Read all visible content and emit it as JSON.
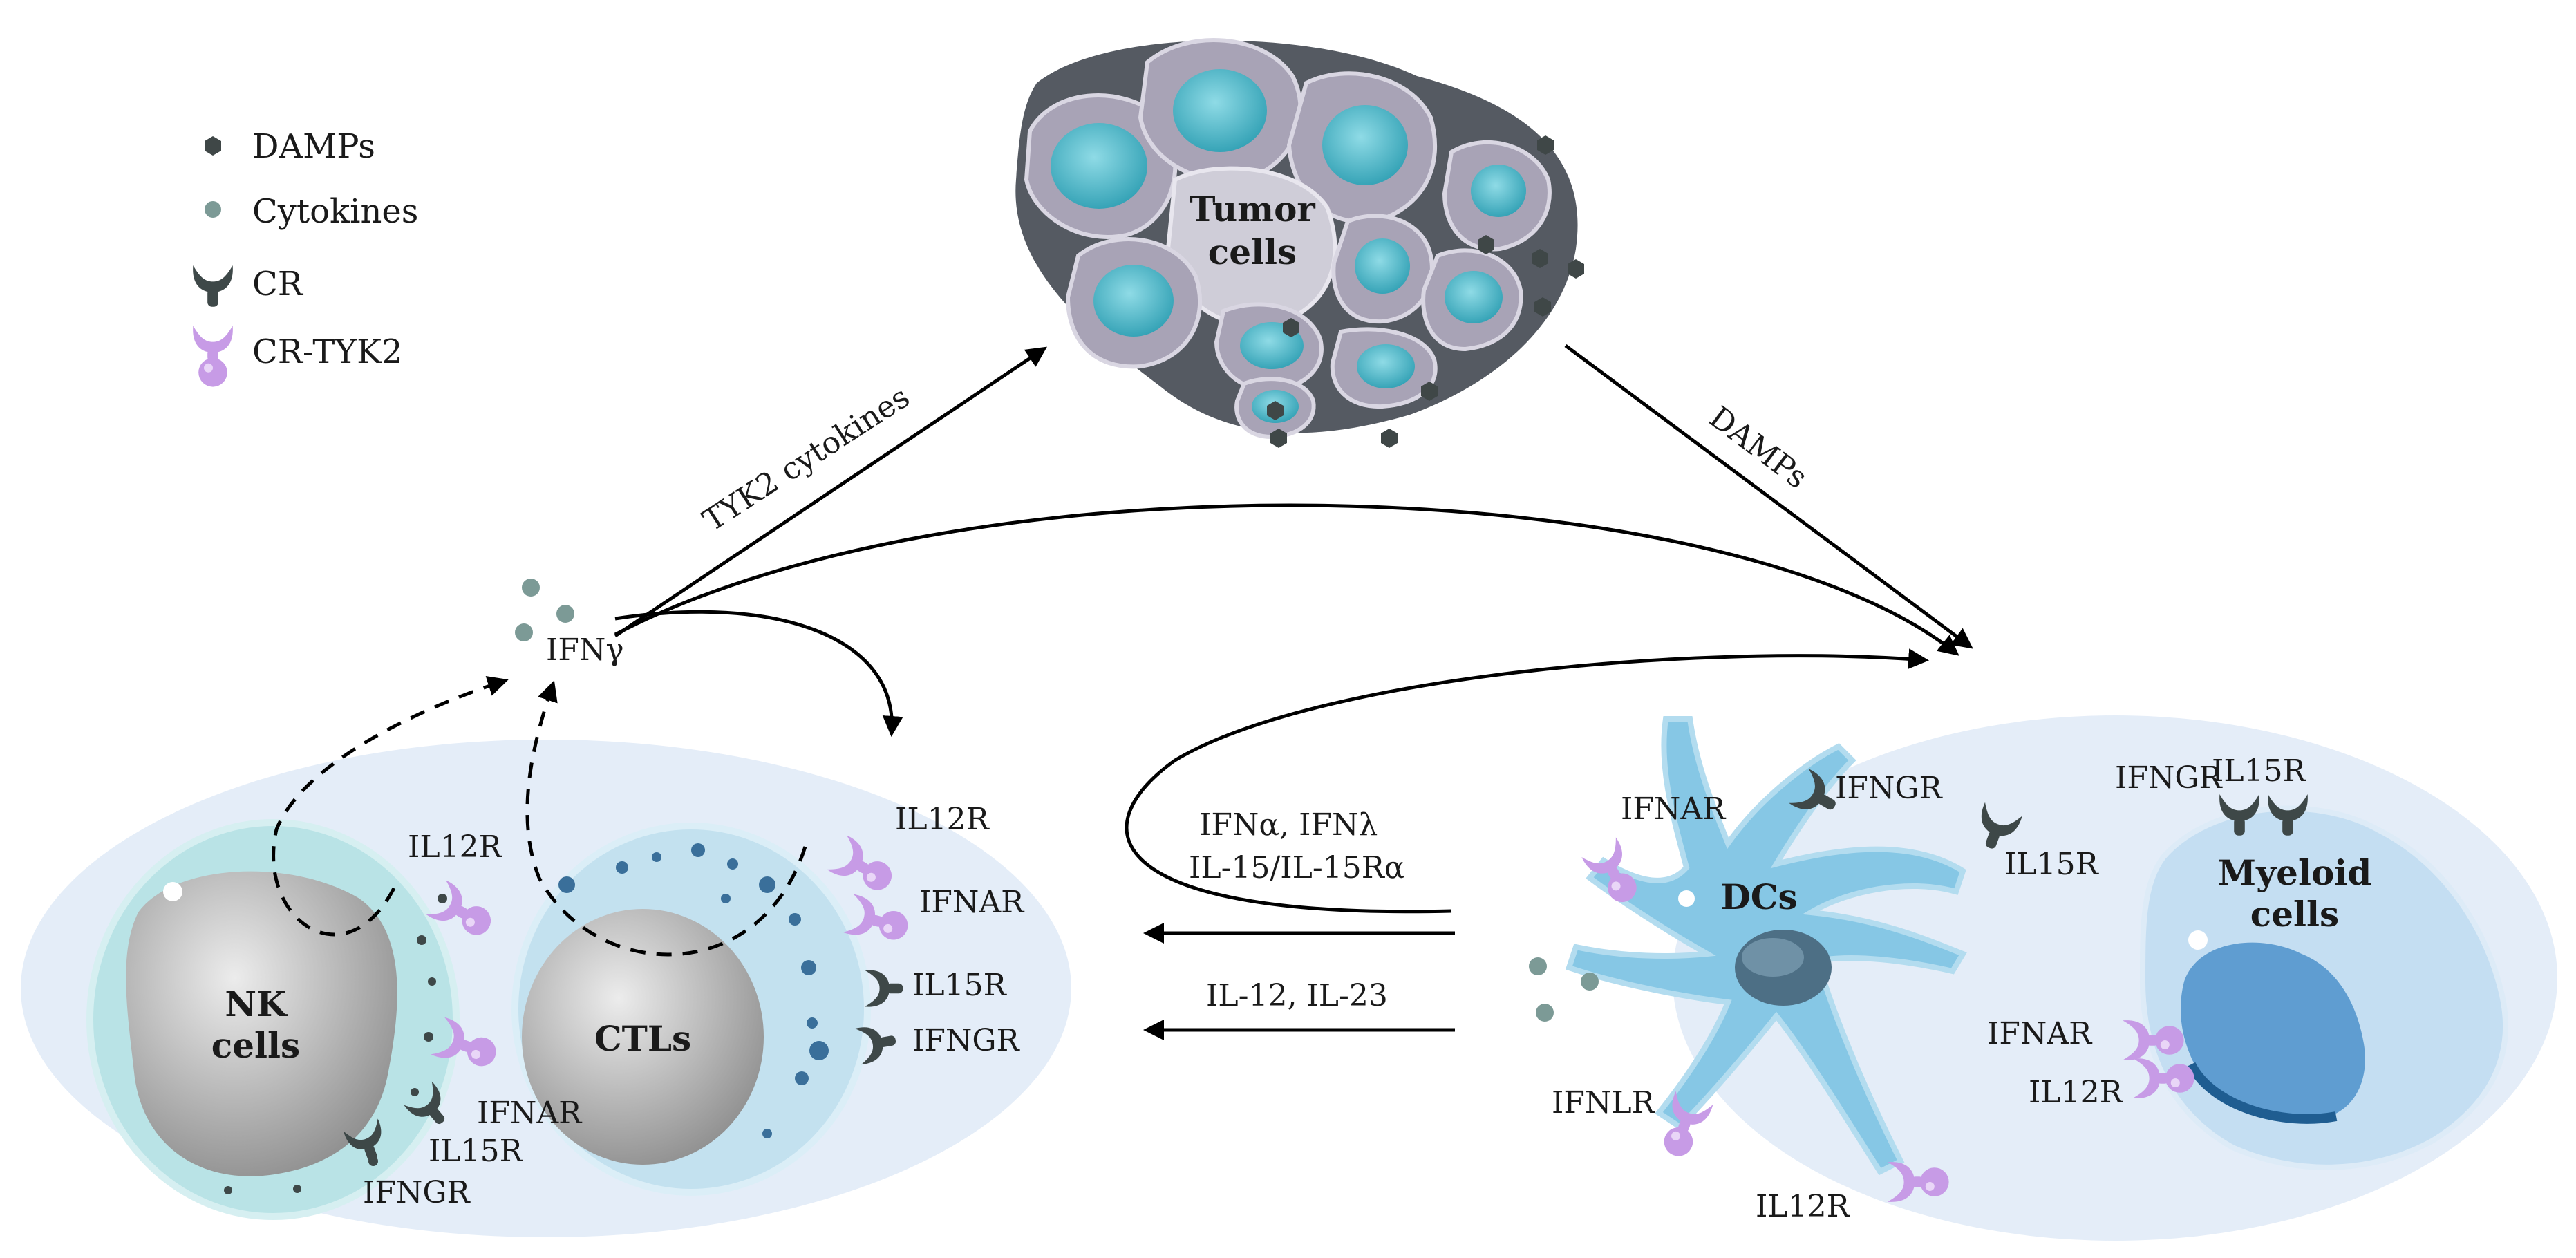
{
  "legend": {
    "damps": "DAMPs",
    "cytokines": "Cytokines",
    "cr": "CR",
    "cr_tyk2": "CR-TYK2"
  },
  "cells": {
    "tumor_line1": "Tumor",
    "tumor_line2": "cells",
    "nk_line1": "NK",
    "nk_line2": "cells",
    "ctls": "CTLs",
    "dcs": "DCs",
    "myeloid_line1": "Myeloid",
    "myeloid_line2": "cells"
  },
  "flows": {
    "tyk2_cytokines": "TYK2 cytokines",
    "damps": "DAMPs",
    "ifn_line": "IFNα, IFNλ",
    "il15_line": "IL-15/IL-15Rα",
    "il12_il23": "IL-12, IL-23",
    "ifng": "IFNγ"
  },
  "receptors": {
    "nk_il12r": "IL12R",
    "nk_ifnar": "IFNAR",
    "nk_il15r": "IL15R",
    "nk_ifngr": "IFNGR",
    "ctl_il12r": "IL12R",
    "ctl_ifnar": "IFNAR",
    "ctl_il15r": "IL15R",
    "ctl_ifngr": "IFNGR",
    "dc_ifnar": "IFNAR",
    "dc_ifngr": "IFNGR",
    "dc_il15r": "IL15R",
    "dc_ifnlr": "IFNLR",
    "dc_il12r": "IL12R",
    "my_ifngr": "IFNGR",
    "my_il15r": "IL15R",
    "my_ifnar": "IFNAR",
    "my_il12r": "IL12R"
  },
  "colors": {
    "background_ellipse": "#e4edf8",
    "tumor_body": "#9b97a8",
    "tumor_nucleus": "#4fb6c8",
    "cr_receptor": "#3e4848",
    "cr_tyk2_receptor": "#c79be6",
    "nk_outer": "#b9e3e6",
    "ctl_outer": "#c3e1ef",
    "nucleus_gray": "#a7a7a7",
    "dc_body": "#86c7e5",
    "myeloid_body": "#c4def2"
  }
}
